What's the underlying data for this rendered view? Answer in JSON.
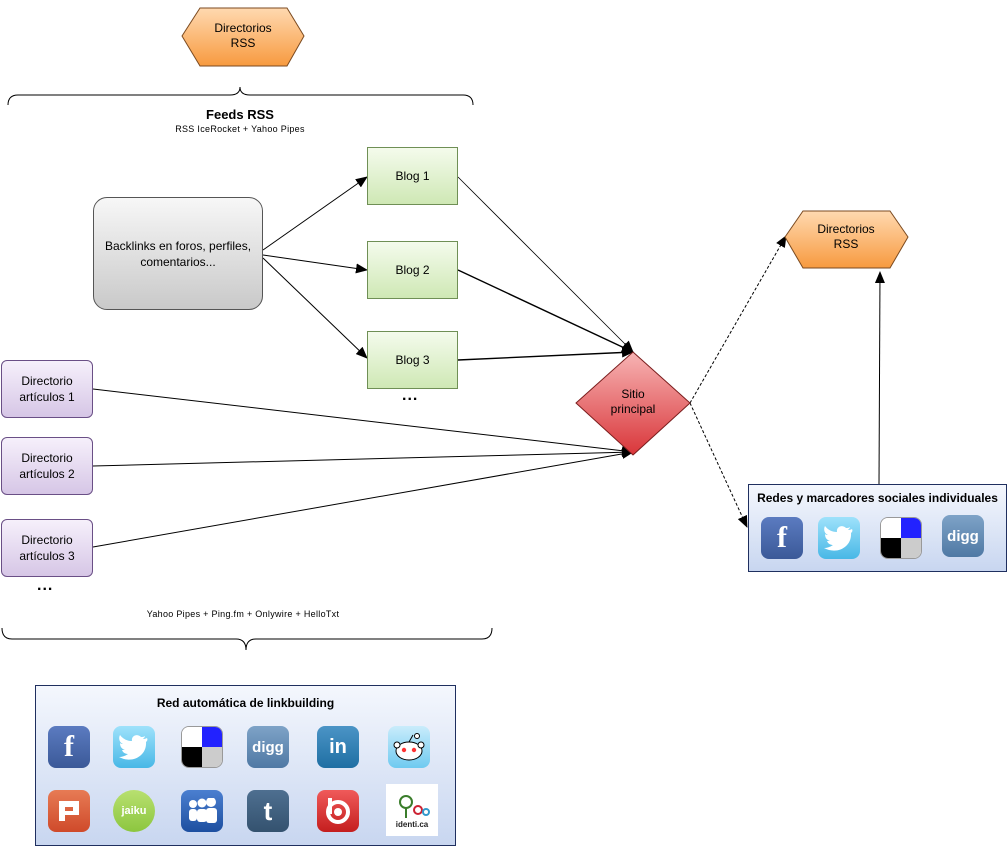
{
  "top_hex": {
    "label_line1": "Directorios",
    "label_line2": "RSS"
  },
  "feeds": {
    "title": "Feeds RSS",
    "subtitle": "RSS IceRocket + Yahoo Pipes"
  },
  "backlinks": {
    "label": "Backlinks en foros, perfiles, comentarios..."
  },
  "blogs": [
    "Blog 1",
    "Blog 2",
    "Blog 3"
  ],
  "blogs_more": "...",
  "directories": [
    {
      "line1": "Directorio",
      "line2": "artículos 1"
    },
    {
      "line1": "Directorio",
      "line2": "artículos 2"
    },
    {
      "line1": "Directorio",
      "line2": "artículos 3"
    }
  ],
  "directories_more": "...",
  "tools": "Yahoo Pipes + Ping.fm + Onlywire + HelloTxt",
  "main_site": {
    "line1": "Sitio",
    "line2": "principal"
  },
  "right_hex": {
    "label_line1": "Directorios",
    "label_line2": "RSS"
  },
  "social_panel": {
    "title": "Redes y marcadores sociales individuales",
    "icons": [
      "facebook-icon",
      "twitter-icon",
      "delicious-icon",
      "digg-icon"
    ]
  },
  "network_panel": {
    "title": "Red automática de linkbuilding",
    "icons_row1": [
      "facebook-icon",
      "twitter-icon",
      "delicious-icon",
      "digg-icon",
      "linkedin-icon",
      "reddit-icon"
    ],
    "icons_row2": [
      "plurk-icon",
      "jaiku-icon",
      "myspace-icon",
      "tumblr-icon",
      "bebo-icon",
      "identica-icon"
    ],
    "jaiku_text": "jaiku",
    "identica_text": "identi.ca"
  },
  "icon_glyphs": {
    "facebook": "f",
    "digg": "digg",
    "linkedin": "in",
    "tumblr": "t"
  },
  "colors": {
    "facebook": "#3b5998",
    "twitter": "#5fc3ea",
    "digg": "#4f79a4",
    "linkedin": "#1f6fa3",
    "tumblr": "#34526f",
    "bebo": "#d42a2a",
    "plurk": "#cf4a2b",
    "myspace": "#1d4fa0",
    "jaiku": "#8cc63f"
  }
}
